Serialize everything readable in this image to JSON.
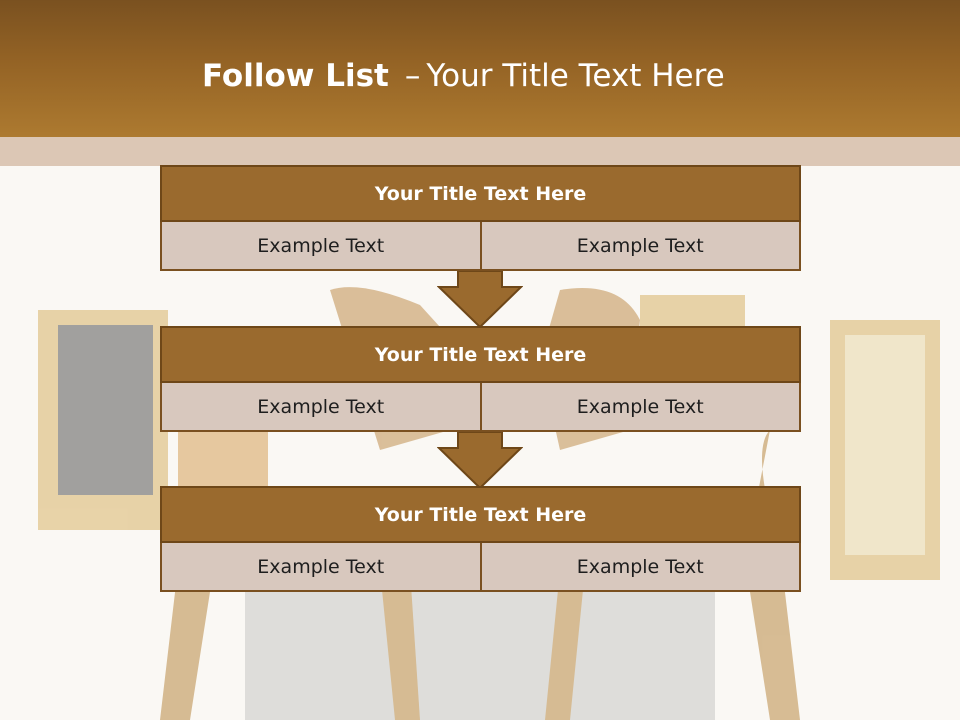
{
  "header": {
    "title_bold": "Follow List",
    "title_dash": "–",
    "title_rest": "Your Title Text Here"
  },
  "rows": [
    {
      "title": "Your Title Text Here",
      "left": "Example Text",
      "right": "Example Text"
    },
    {
      "title": "Your Title Text Here",
      "left": "Example Text",
      "right": "Example Text"
    },
    {
      "title": "Your Title Text Here",
      "left": "Example Text",
      "right": "Example Text"
    }
  ],
  "colors": {
    "header_top": "#7a5120",
    "header_bottom": "#ad7a30",
    "title_box": "#9a6a2e",
    "cell": "#d8c8be",
    "arrow": "#9a6a2e"
  },
  "icons": [
    "down-arrow-icon",
    "down-arrow-icon"
  ]
}
